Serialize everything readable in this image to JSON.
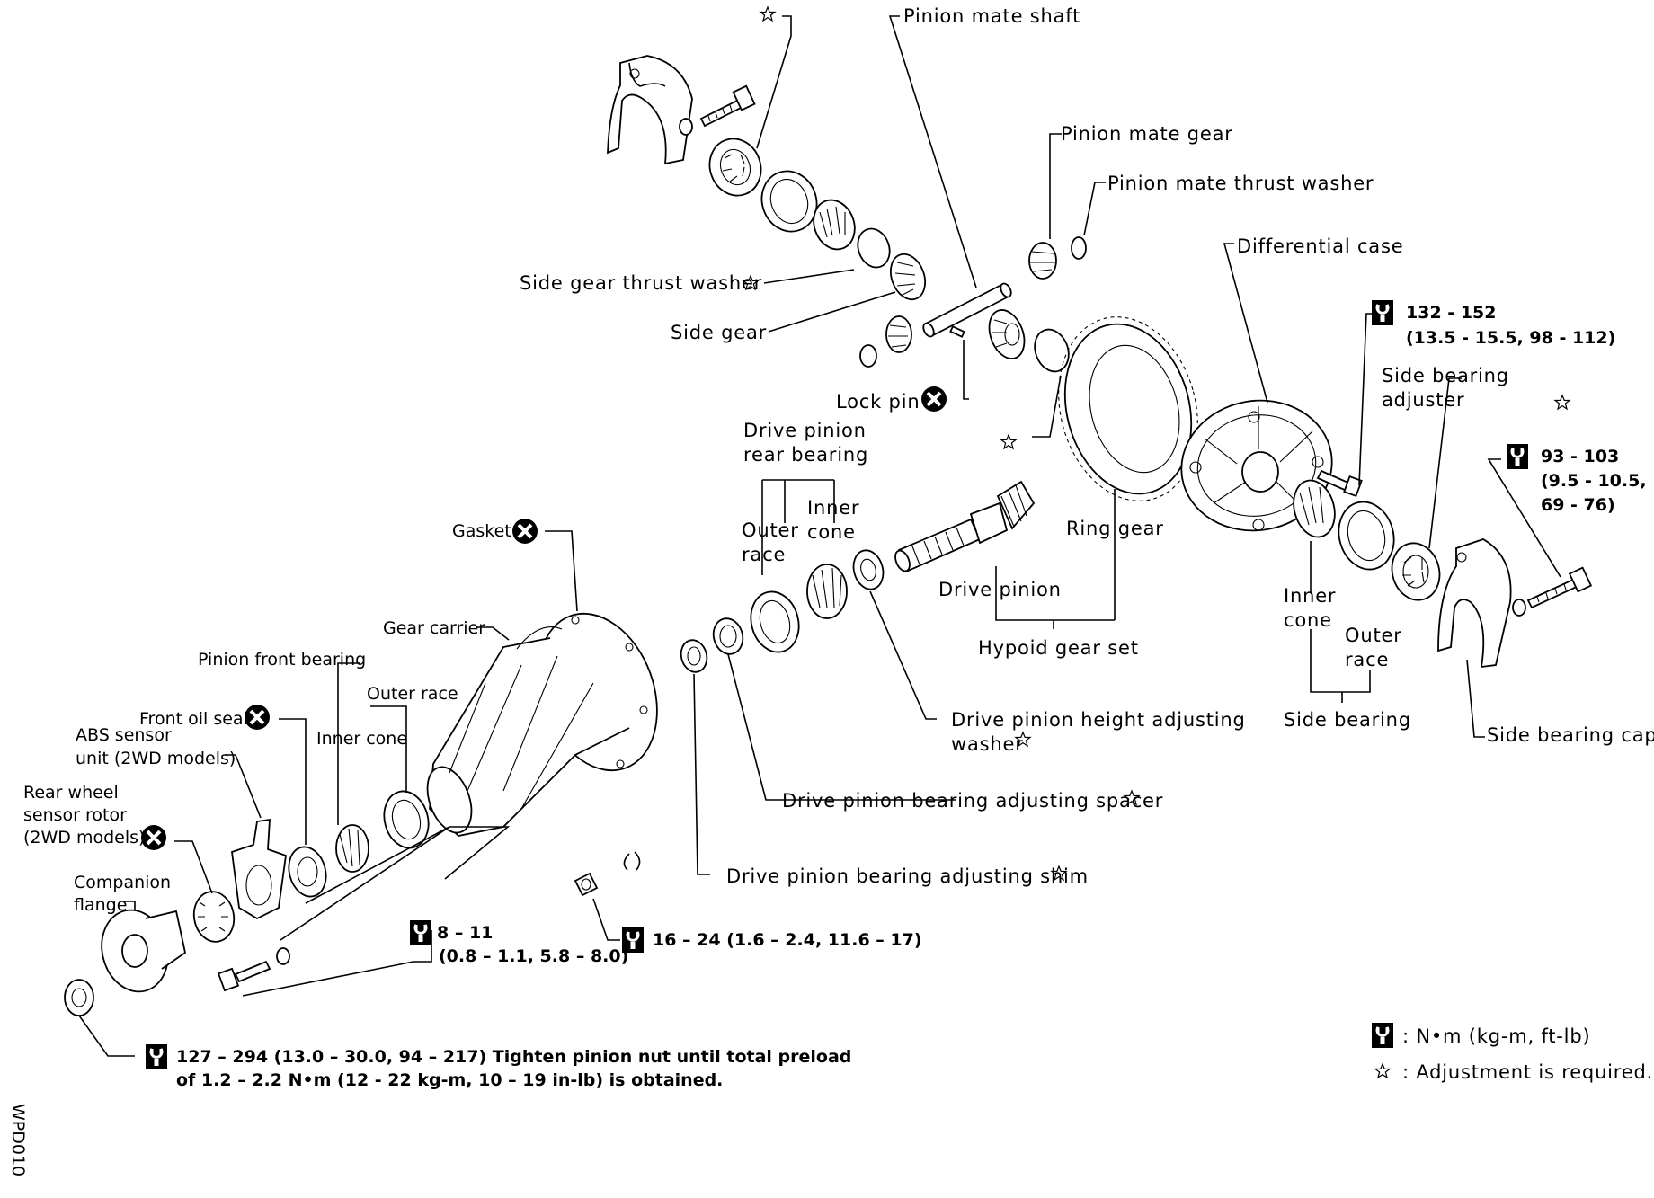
{
  "figure_code": "WPD010",
  "labels": {
    "pinion_mate_shaft": "Pinion mate shaft",
    "pinion_mate_gear": "Pinion mate gear",
    "pinion_mate_thrust_washer": "Pinion mate thrust washer",
    "differential_case": "Differential case",
    "side_gear_thrust_washer": "Side gear thrust washer",
    "side_gear": "Side gear",
    "lock_pin": "Lock pin",
    "drive_pinion_rear_bearing_1": "Drive pinion",
    "drive_pinion_rear_bearing_2": "rear bearing",
    "rear_outer_race_1": "Outer",
    "rear_outer_race_2": "race",
    "rear_inner_cone_1": "Inner",
    "rear_inner_cone_2": "cone",
    "side_bearing_adjuster_1": "Side bearing",
    "side_bearing_adjuster_2": "adjuster",
    "ring_gear": "Ring gear",
    "drive_pinion": "Drive pinion",
    "hypoid_gear_set": "Hypoid gear set",
    "side_inner_cone_1": "Inner",
    "side_inner_cone_2": "cone",
    "side_outer_race_1": "Outer",
    "side_outer_race_2": "race",
    "side_bearing": "Side bearing",
    "side_bearing_cap": "Side bearing cap",
    "gasket": "Gasket",
    "gear_carrier": "Gear carrier",
    "pinion_front_bearing": "Pinion front bearing",
    "front_outer_race": "Outer race",
    "front_inner_cone": "Inner cone",
    "front_oil_seal": "Front oil seal",
    "abs_sensor_1": "ABS sensor",
    "abs_sensor_2": "unit (2WD models)",
    "rear_wheel_sensor_1": "Rear wheel",
    "rear_wheel_sensor_2": "sensor rotor",
    "rear_wheel_sensor_3": "(2WD models)",
    "companion_flange_1": "Companion",
    "companion_flange_2": "flange",
    "height_washer_1": "Drive pinion height adjusting",
    "height_washer_2": "washer",
    "spacer": "Drive pinion bearing adjusting spacer",
    "shim": "Drive pinion bearing adjusting shim"
  },
  "torque": {
    "t132_1": "132 - 152",
    "t132_2": "(13.5 - 15.5, 98 - 112)",
    "t93_1": "93 - 103",
    "t93_2": "(9.5 - 10.5,",
    "t93_3": "69 - 76)",
    "t8_1": "8 – 11",
    "t8_2": "(0.8 – 1.1, 5.8 – 8.0)",
    "t16": "16 – 24 (1.6 – 2.4, 11.6 – 17)",
    "t127_1": "127 – 294 (13.0 – 30.0, 94 – 217) Tighten pinion nut until total preload",
    "t127_2": "of 1.2 – 2.2 N•m (12 - 22 kg-m, 10 – 19 in-lb) is obtained."
  },
  "legend": {
    "torque_unit": ": N•m (kg-m, ft-lb)",
    "adjustment": ": Adjustment is required."
  },
  "symbols": {
    "star": "☆",
    "replace": "⊗ (do not reuse)",
    "torque": "torque wrench symbol"
  }
}
